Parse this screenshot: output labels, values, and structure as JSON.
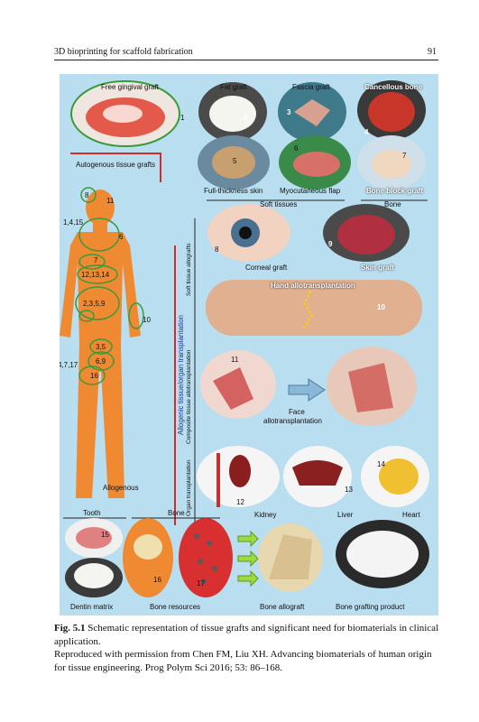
{
  "header": {
    "title": "3D bioprinting for scaffold fabrication",
    "page_number": "91"
  },
  "figure": {
    "top_labels": {
      "free_gingival_graft": "Free gingival graft",
      "fat_graft": "Fat graft",
      "fascia_graft": "Fascia graft",
      "cancellous_bone": "Cancellous bone",
      "full_thickness_skin": "Full-thickness skin",
      "myocutaneous_flap": "Myocutaneous flap",
      "bone_block_graft": "Bone block graft",
      "soft_tissues": "Soft tissues",
      "bone": "Bone",
      "autogenous_tissue_grafts": "Autogenous tissue grafts"
    },
    "body_numbers": [
      "8",
      "11",
      "1,4,15",
      "6",
      "7",
      "12,13,14",
      "2,3,5,9",
      "10",
      "3,5",
      "6,9",
      "4,7,17",
      "16"
    ],
    "side_labels": {
      "allogenic": "Allogenic tissue/organ transplantation",
      "soft_tissue_allografts": "Soft tissue allografts",
      "composite": "Composite tissue allotransplantation",
      "organ": "Organ transplantation"
    },
    "mid_labels": {
      "corneal_graft": "Corneal graft",
      "skin_graft": "Skin graft",
      "hand": "Hand allotransplantation",
      "face_line1": "Face",
      "face_line2": "allotransplantation",
      "kidney": "Kidney",
      "liver": "Liver",
      "heart": "Heart",
      "allogenous": "Allogenous"
    },
    "bottom_labels": {
      "tooth": "Tooth",
      "bone": "Bone",
      "dentin_matrix": "Dentin matrix",
      "bone_resources": "Bone resources",
      "bone_allograft": "Bone allograft",
      "bone_grafting_product": "Bone grafting product"
    },
    "image_numbers": {
      "n1": "1",
      "n2": "2",
      "n3": "3",
      "n4": "4",
      "n5": "5",
      "n6": "6",
      "n7": "7",
      "n8": "8",
      "n9": "9",
      "n10": "10",
      "n11": "11",
      "n12": "12",
      "n13": "13",
      "n14": "14",
      "n15": "15",
      "n16": "16",
      "n17": "17"
    }
  },
  "caption": {
    "label": "Fig. 5.1",
    "text": "Schematic representation of tissue grafts and significant need for biomaterials in clinical application.",
    "reproduction": "Reproduced with permission from Chen FM, Liu XH. Advancing biomaterials of human origin for tissue engineering. Prog Polym Sci 2016; 53: 86–168."
  },
  "colors": {
    "background": "#b9def0",
    "body": "#f08a32",
    "green_outline": "#3a9a3a",
    "red_line": "#d42a2a"
  }
}
